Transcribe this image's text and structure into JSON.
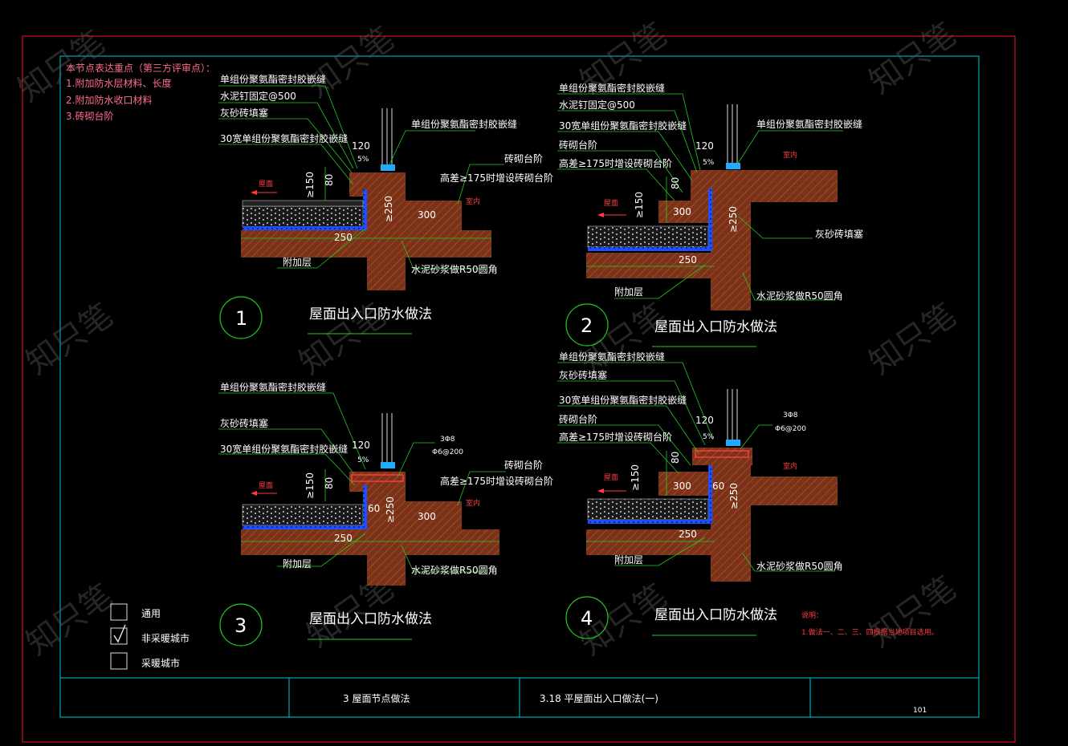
{
  "review_notes": {
    "title": "本节点表达重点（第三方评审点）：",
    "items": [
      "1.附加防水层材料、长度",
      "2.附加防水收口材料",
      "3.砖砌台阶"
    ]
  },
  "details": [
    {
      "number": "1",
      "title": "屋面出入口防水做法",
      "labels": [
        "单组份聚氨酯密封胶嵌缝",
        "水泥钉固定@500",
        "灰砂砖填塞",
        "30宽单组份聚氨酯密封胶嵌缝",
        "单组份聚氨酯密封胶嵌缝",
        "砖砌台阶",
        "高差≥175时增设砖砌台阶",
        "附加层",
        "水泥砂浆做R50圆角"
      ],
      "dims": [
        "120",
        "5%",
        "≥150",
        "80",
        "≥250",
        "300",
        "250"
      ],
      "outdoor": "屋面",
      "indoor": "室内"
    },
    {
      "number": "2",
      "title": "屋面出入口防水做法",
      "labels": [
        "单组份聚氨酯密封胶嵌缝",
        "水泥钉固定@500",
        "30宽单组份聚氨酯密封胶嵌缝",
        "砖砌台阶",
        "高差≥175时增设砖砌台阶",
        "单组份聚氨酯密封胶嵌缝",
        "灰砂砖填塞",
        "附加层",
        "水泥砂浆做R50圆角"
      ],
      "dims": [
        "120",
        "5%",
        "≥150",
        "80",
        "300",
        "≥250",
        "250"
      ],
      "outdoor": "屋面",
      "indoor": "室内"
    },
    {
      "number": "3",
      "title": "屋面出入口防水做法",
      "labels": [
        "单组份聚氨酯密封胶嵌缝",
        "灰砂砖填塞",
        "30宽单组份聚氨酯密封胶嵌缝",
        "砖砌台阶",
        "高差≥175时增设砖砌台阶",
        "附加层",
        "水泥砂浆做R50圆角"
      ],
      "rebar": [
        "3Φ8",
        "Φ6@200"
      ],
      "dims": [
        "120",
        "5%",
        "≥150",
        "80",
        "60",
        "≥250",
        "300",
        "250"
      ],
      "outdoor": "屋面",
      "indoor": "室内"
    },
    {
      "number": "4",
      "title": "屋面出入口防水做法",
      "labels": [
        "单组份聚氨酯密封胶嵌缝",
        "灰砂砖填塞",
        "30宽单组份聚氨酯密封胶嵌缝",
        "砖砌台阶",
        "高差≥175时增设砖砌台阶",
        "附加层",
        "水泥砂浆做R50圆角"
      ],
      "rebar": [
        "3Φ8",
        "Φ6@200"
      ],
      "dims": [
        "120",
        "5%",
        "≥150",
        "80",
        "300",
        "60",
        "≥250",
        "250"
      ],
      "outdoor": "屋面",
      "indoor": "室内"
    }
  ],
  "legend": [
    {
      "label": "通用",
      "checked": false
    },
    {
      "label": "非采暖城市",
      "checked": true
    },
    {
      "label": "采暖城市",
      "checked": false
    }
  ],
  "note": {
    "title": "说明：",
    "text": "1.做法一、二、三、四根据当地项目选用。"
  },
  "title_block": {
    "chapter": "3  屋面节点做法",
    "drawing": "3.18  平屋面出入口做法(一)",
    "page": "101"
  },
  "watermark": "知只笔",
  "colors": {
    "border_red": "#d01018",
    "frame_cyan": "#00c8e0",
    "leader_green": "#22cc22",
    "concrete": "#8b3a1e",
    "membrane": "#1e50ff",
    "insulation": "#d8d8d8",
    "note_pink": "#ff6b8b"
  }
}
